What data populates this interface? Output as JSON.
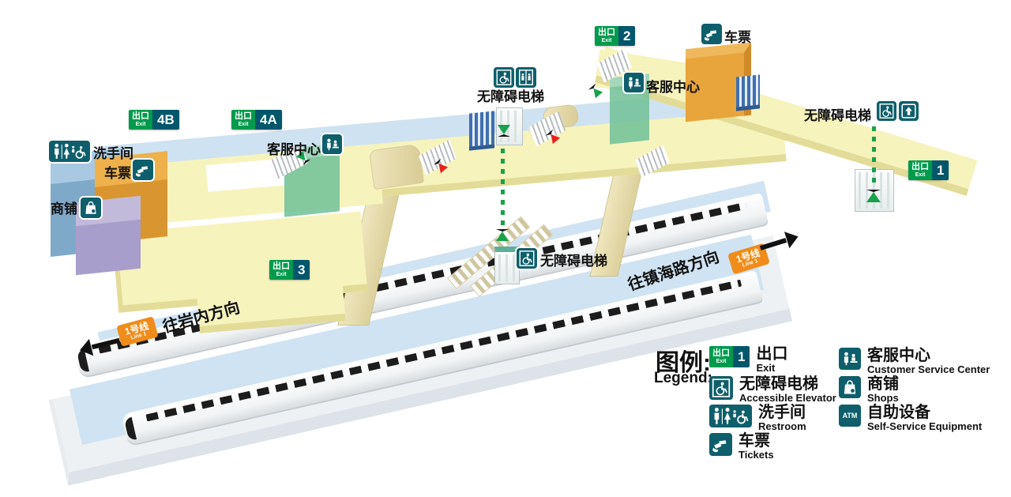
{
  "station_map": {
    "exits": {
      "e1": {
        "zh": "出口",
        "en": "Exit",
        "num": "1"
      },
      "e2": {
        "zh": "出口",
        "en": "Exit",
        "num": "2"
      },
      "e3": {
        "zh": "出口",
        "en": "Exit",
        "num": "3"
      },
      "e4a": {
        "zh": "出口",
        "en": "Exit",
        "num": "4A"
      },
      "e4b": {
        "zh": "出口",
        "en": "Exit",
        "num": "4B"
      }
    },
    "labels": {
      "accessible_elevator": "无障碍电梯",
      "customer_service": "客服中心",
      "restroom": "洗手间",
      "tickets": "车票",
      "shops": "商铺"
    },
    "directions": {
      "left": {
        "line_zh": "1号线",
        "line_en": "Line 1",
        "text": "往岩内方向"
      },
      "right": {
        "line_zh": "1号线",
        "line_en": "Line 1",
        "text": "往镇海路方向"
      }
    }
  },
  "legend": {
    "title_zh": "图例:",
    "title_en": "Legend:",
    "exit_sign": {
      "zh": "出口",
      "en": "Exit",
      "num": "1"
    },
    "atm_text": "ATM",
    "items": {
      "exit": {
        "zh": "出口",
        "en": "Exit"
      },
      "accessible_elevator": {
        "zh": "无障碍电梯",
        "en": "Accessible Elevator"
      },
      "restroom": {
        "zh": "洗手间",
        "en": "Restroom"
      },
      "tickets": {
        "zh": "车票",
        "en": "Tickets"
      },
      "customer_service": {
        "zh": "客服中心",
        "en": "Customer Service Center"
      },
      "shops": {
        "zh": "商铺",
        "en": "Shops"
      },
      "self_service": {
        "zh": "自助设备",
        "en": "Self-Service Equipment"
      }
    }
  },
  "colors": {
    "exit_green": "#009a4d",
    "exit_teal": "#00566b",
    "icon_teal": "#0e5f6b",
    "line1_orange": "#ef8c1a",
    "concourse_yellow": "#f7f3bc",
    "paid_area_blue": "#cfe2f1",
    "platform_blue": "#cfe3f3",
    "arrow_green": "#17a24b",
    "arrow_red": "#e8211d"
  }
}
